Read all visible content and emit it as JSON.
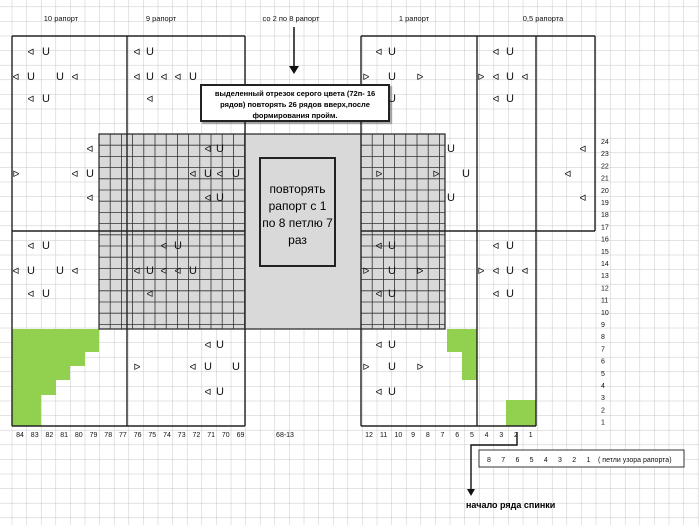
{
  "top_labels": [
    "10 рапорт",
    "9 рапорт",
    "со 2 по 8 рапорт",
    "1 рапорт",
    "0,5 рапорта"
  ],
  "callout_text": "выделенный отрезок серого цвета (72п- 16 рядов) повторять 26 рядов вверх,после формирования пройм.",
  "center_note": "повторять рапорт с 1 по 8 петлю 7 раз",
  "row_numbers": [
    "24",
    "23",
    "22",
    "21",
    "20",
    "19",
    "18",
    "17",
    "16",
    "15",
    "14",
    "13",
    "12",
    "11",
    "10",
    "9",
    "8",
    "7",
    "6",
    "5",
    "4",
    "3",
    "2",
    "1"
  ],
  "stitch_numbers_left": [
    "84",
    "83",
    "82",
    "81",
    "80",
    "79",
    "78",
    "77",
    "76",
    "75",
    "74",
    "73",
    "72",
    "71",
    "70",
    "69"
  ],
  "stitch_range_middle": "68-13",
  "stitch_numbers_right": [
    "12",
    "11",
    "10",
    "9",
    "8",
    "7",
    "6",
    "5",
    "4",
    "3",
    "2",
    "1"
  ],
  "pattern_repeat_numbers": [
    "8",
    "7",
    "6",
    "5",
    "4",
    "3",
    "2",
    "1"
  ],
  "pattern_repeat_note": "( петли узора рапорта)",
  "start_label": "начало ряда спинки",
  "symbols": {
    "left": "ᐊ",
    "right": "ᐅ",
    "u": "U"
  },
  "colors": {
    "gray_block": "#d9d9d9",
    "green_fill": "#92d050",
    "grid_line": "#c8c8c8",
    "bold_line": "#222222"
  }
}
